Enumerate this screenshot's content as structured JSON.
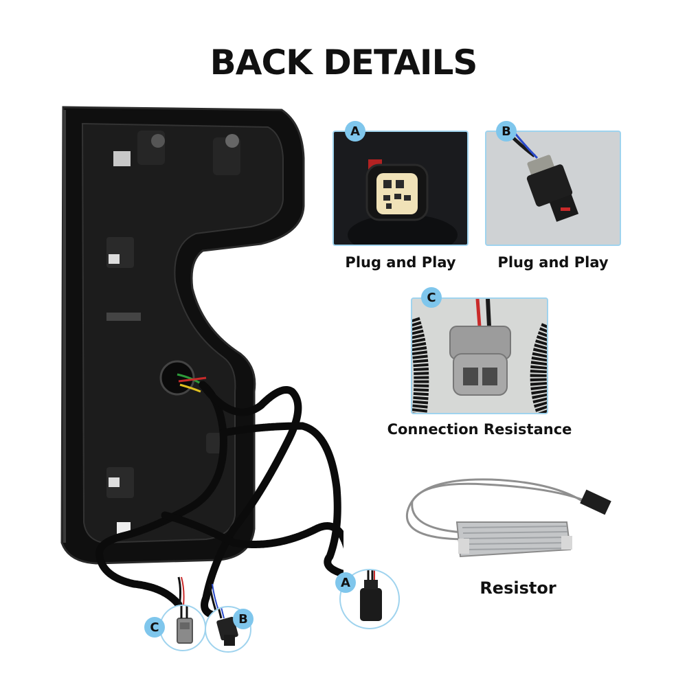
{
  "title": "BACK DETAILS",
  "badges": {
    "a": "A",
    "b": "B",
    "c": "C"
  },
  "captions": {
    "a": "Plug and Play",
    "b": "Plug and Play",
    "c": "Connection Resistance",
    "resistor": "Resistor"
  },
  "colors": {
    "accent": "#7fc6ec",
    "panel_border": "#9fd3ee",
    "housing": "#141414"
  }
}
